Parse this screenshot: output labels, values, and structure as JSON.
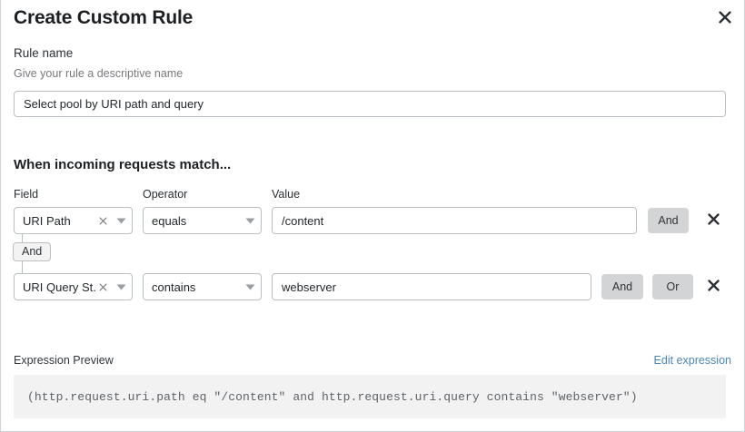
{
  "dialog": {
    "title": "Create Custom Rule",
    "close_icon": "close-icon"
  },
  "rule_name": {
    "label": "Rule name",
    "help": "Give your rule a descriptive name",
    "value": "Select pool by URI path and query",
    "placeholder": ""
  },
  "match_section": {
    "heading": "When incoming requests match...",
    "columns": {
      "field": "Field",
      "operator": "Operator",
      "value": "Value"
    },
    "connector": {
      "label": "And"
    },
    "rows": [
      {
        "field": "URI Path",
        "operator": "equals",
        "value": "/content",
        "logic_buttons": [
          "And"
        ],
        "delete_icon": "close-icon",
        "clear_icon": "clear-icon",
        "caret_icon": "chevron-down-icon"
      },
      {
        "field": "URI Query St...",
        "operator": "contains",
        "value": "webserver",
        "logic_buttons": [
          "And",
          "Or"
        ],
        "delete_icon": "close-icon",
        "clear_icon": "clear-icon",
        "caret_icon": "chevron-down-icon"
      }
    ]
  },
  "expression_preview": {
    "label": "Expression Preview",
    "edit_link": "Edit expression",
    "expression": "(http.request.uri.path eq \"/content\" and http.request.uri.query contains \"webserver\")"
  },
  "colors": {
    "link": "#4a86b8",
    "button_gray": "#d3d4d6",
    "border": "#babfc4",
    "preview_bg": "#f2f2f3"
  }
}
